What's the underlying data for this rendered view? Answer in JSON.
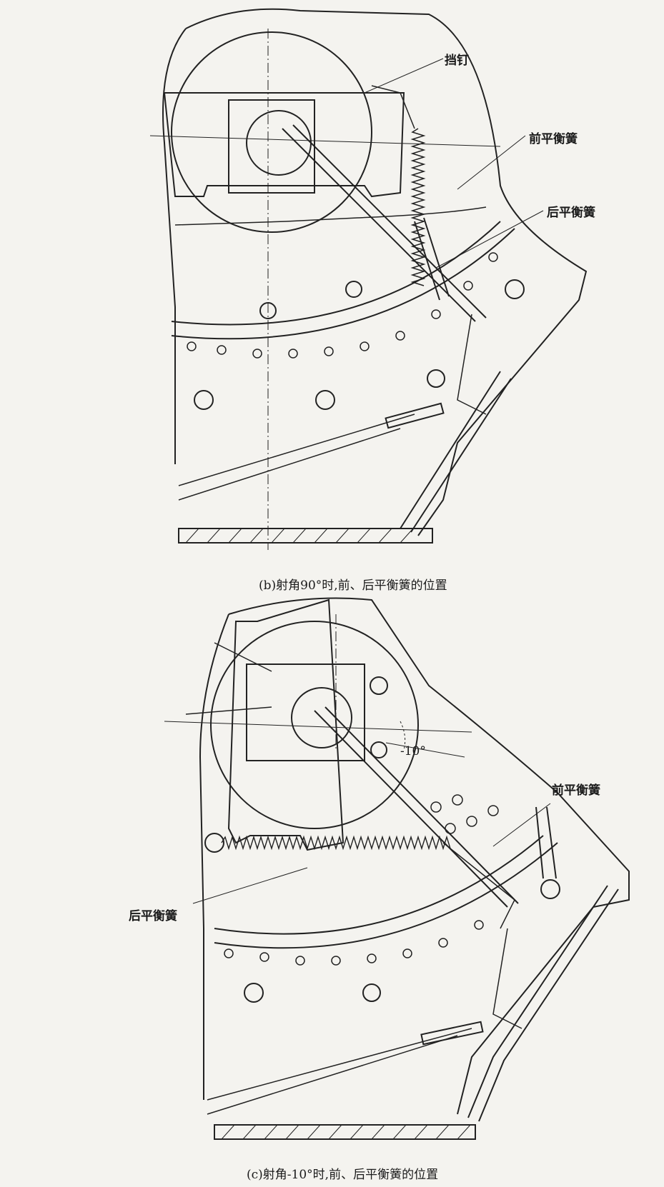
{
  "figure_b": {
    "labels": {
      "stop_pin": "挡钉",
      "front_spring": "前平衡簧",
      "rear_spring": "后平衡簧"
    },
    "caption": "(b)射角90°时,前、后平衡簧的位置"
  },
  "figure_c": {
    "labels": {
      "angle": "-10°",
      "front_spring": "前平衡簧",
      "rear_spring": "后平衡簧"
    },
    "caption": "(c)射角-10°时,前、后平衡簧的位置"
  }
}
